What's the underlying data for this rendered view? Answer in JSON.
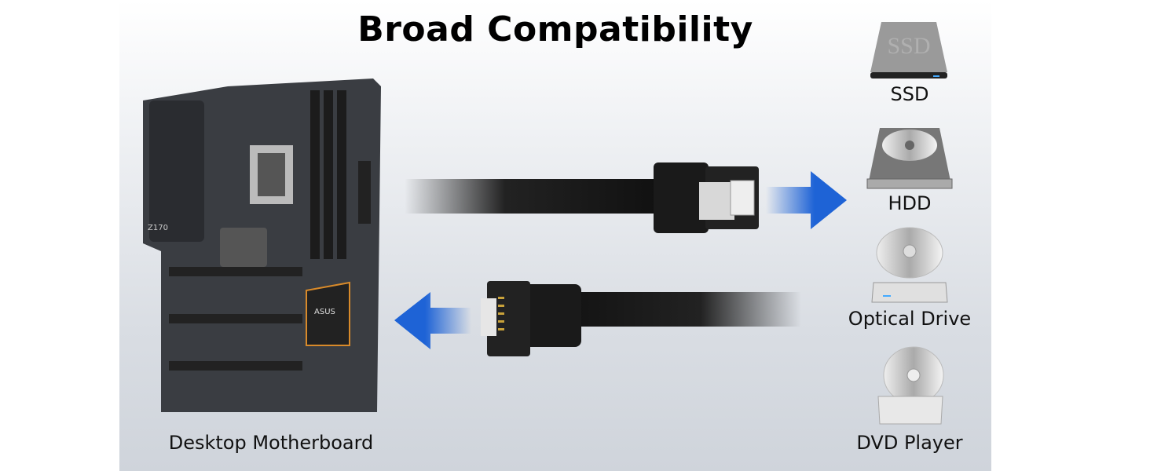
{
  "title": "Broad Compatibility",
  "motherboard": {
    "label": "Desktop Motherboard",
    "board_text": "Z170",
    "brand": "ASUS"
  },
  "devices": [
    {
      "label": "SSD",
      "icon": "ssd-icon",
      "icon_text": "SSD"
    },
    {
      "label": "HDD",
      "icon": "hdd-icon"
    },
    {
      "label": "Optical Drive",
      "icon": "optical-drive-icon"
    },
    {
      "label": "DVD Player",
      "icon": "dvd-player-icon"
    }
  ],
  "colors": {
    "arrow": "#1e63d6",
    "cable": "#1a1a1a",
    "board": "#3a3d42"
  }
}
